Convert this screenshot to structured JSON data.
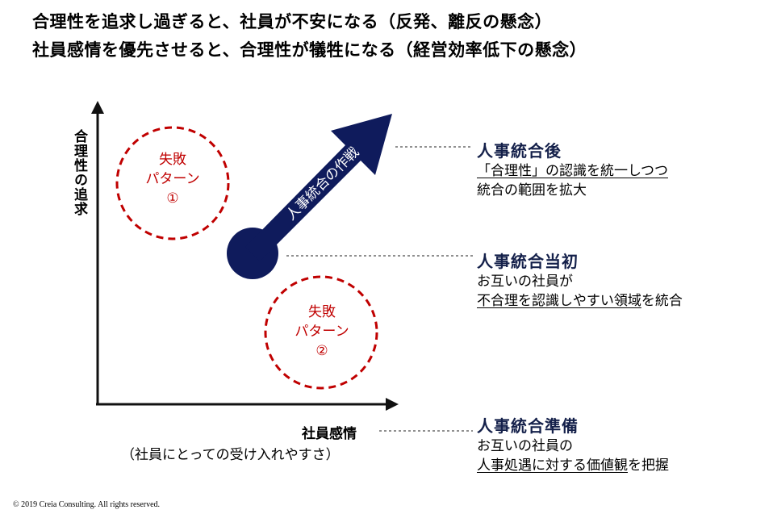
{
  "headline": {
    "line1": "合理性を追求し過ぎると、社員が不安になる（反発、離反の懸念）",
    "line2": "社員感情を優先させると、合理性が犠牲になる（経営効率低下の懸念）"
  },
  "axes": {
    "y_label": "合理性の追求",
    "x_label": "社員感情",
    "x_sublabel": "（社員にとっての受け入れやすさ）"
  },
  "arrow_label": "人事統合の作戦",
  "failure_patterns": [
    {
      "line1": "失敗",
      "line2": "パターン",
      "number": "①"
    },
    {
      "line1": "失敗",
      "line2": "パターン",
      "number": "②"
    }
  ],
  "stages": [
    {
      "title": "人事統合後",
      "line1_part1": "「合理性」の認識を統一しつつ",
      "line1_part2": "",
      "line2": "統合の範囲を拡大"
    },
    {
      "title": "人事統合当初",
      "line1": "お互いの社員が",
      "line2_part1": "不合理を認識しやすい領域",
      "line2_part2": "を統合"
    },
    {
      "title": "人事統合準備",
      "line1": "お互いの社員の",
      "line2_part1": "人事処遇に対する価値観",
      "line2_part2": "を把握"
    }
  ],
  "colors": {
    "arrow": "#0f1b5c",
    "dashed_circle": "#c00000",
    "stage_title": "#14204a"
  },
  "copyright": "© 2019 Creia Consulting. All rights reserved."
}
